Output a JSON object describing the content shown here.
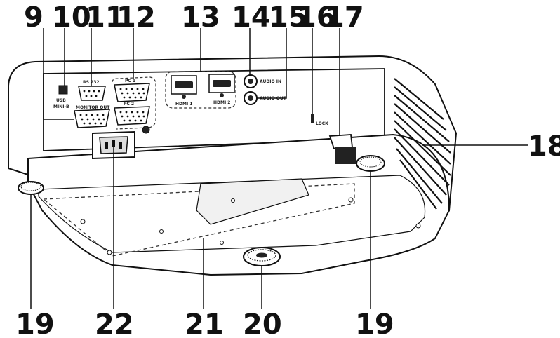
{
  "callouts": {
    "c9": "9",
    "c10": "10",
    "c11": "11",
    "c12": "12",
    "c13": "13",
    "c14": "14",
    "c15": "15",
    "c16": "16",
    "c17": "17",
    "c18": "18",
    "c19_left": "19",
    "c19_right": "19",
    "c20": "20",
    "c21": "21",
    "c22": "22"
  },
  "port_labels": {
    "rs232": "RS 232",
    "pc1": "PC 1",
    "pc2": "PC 2",
    "monitor_out": "MONITOR OUT",
    "usb": "USB",
    "usb_sub": "MINI-B",
    "hdmi1": "HDMI 1",
    "hdmi2": "HDMI 2",
    "audio_in": "AUDIO IN",
    "audio_out": "AUDIO OUT",
    "lock": "LOCK"
  }
}
